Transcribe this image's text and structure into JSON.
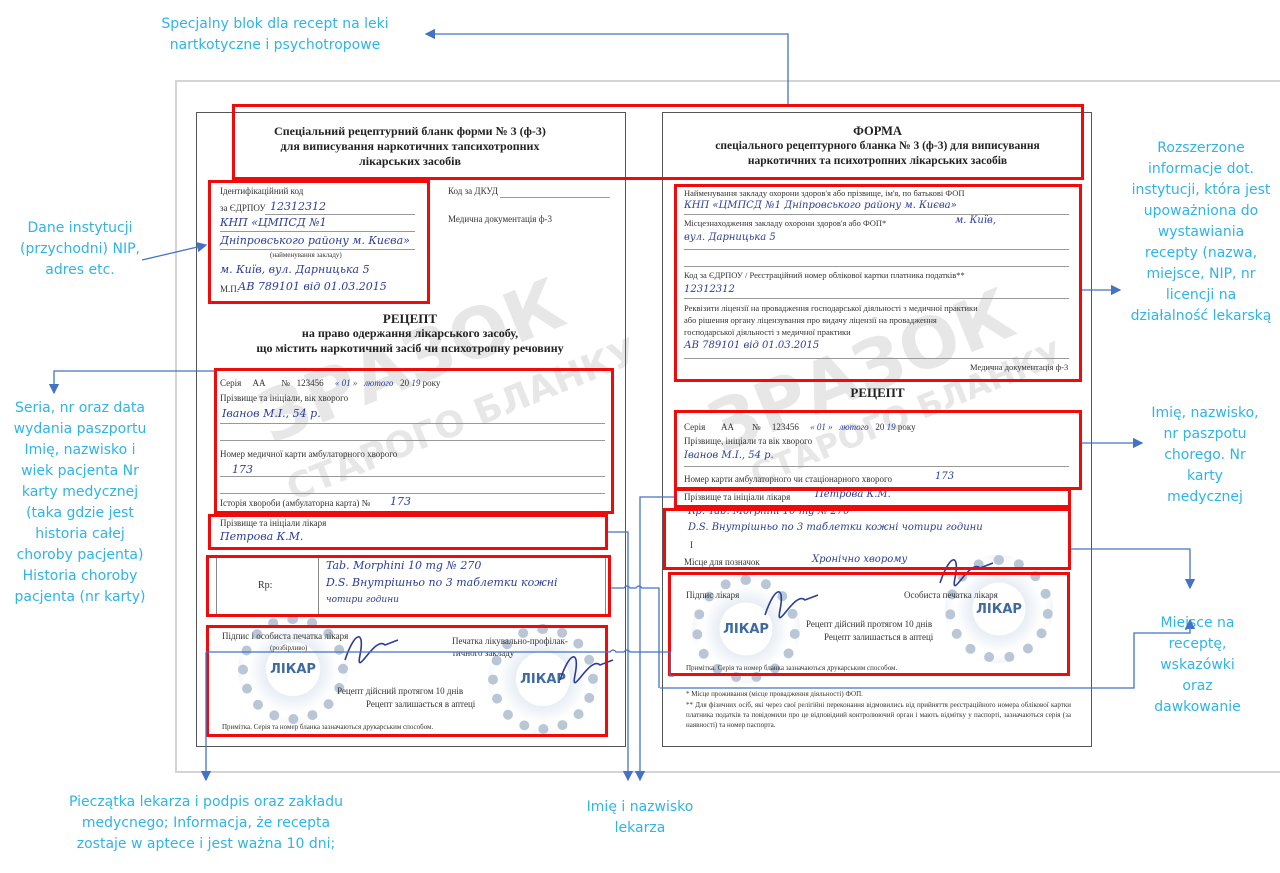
{
  "annotations": {
    "top": "Specjalny blok dla recept na leki nartkotyczne i psychotropowe",
    "left_institution": "Dane instytucji (przychodni) NIP, adres etc.",
    "left_patient": "Seria, nr oraz data wydania paszportu Imię, nazwisko i wiek pacjenta Nr karty medycznej (taka gdzie jest historia całej choroby pacjenta) Historia choroby pacjenta (nr karty)",
    "right_institution": "Rozszerzone informacje dot. instytucji, która jest upoważniona do wystawiania recepty (nazwa, miejsce, NIP, nr licencji na działalność lekarską",
    "right_patient": "Imię, nazwisko, nr paszpotu chorego. Nr karty medycznej",
    "right_prescription": "Miejsce na receptę, wskazówki oraz dawkowanie",
    "bottom_stamp": "Pieczątka lekarza i podpis oraz zakładu medycnego; Informacja, że recepta zostaje w aptece i jest ważna 10 dni;",
    "bottom_doctor": "Imię i nazwisko lekarza"
  },
  "colors": {
    "annotation_text": "#2fb4e6",
    "arrow": "#4472c4",
    "highlight_box": "#f00a0a"
  },
  "left_form": {
    "title_line1": "Спеціальний рецептурний бланк форми № 3 (ф-3)",
    "title_line2": "для виписування наркотичних тапсихотропних",
    "title_line3": "лікарських засобів",
    "id_code_label": "Ідентифікаційний код",
    "edrpou_label": "за ЄДРПОУ",
    "edrpou_value": "12312312",
    "institution_line1": "КНП «ЦМПСД №1",
    "institution_line2": "Дніпровського району м. Києва»",
    "institution_caption": "(найменування закладу)",
    "address": "м. Київ, вул. Дарницька 5",
    "mp_label": "М.П.",
    "license": "АВ 789101 від 01.03.2015",
    "dkud_label": "Код за ДКУД",
    "med_doc": "Медична документація ф-3",
    "recipe_title": "РЕЦЕПТ",
    "recipe_sub1": "на право одержання лікарського засобу,",
    "recipe_sub2": "що містить наркотичний засіб чи психотропну речовину",
    "series_label": "Серія",
    "series_value": "АА",
    "number_label": "№",
    "number_value": "123456",
    "day": "« 01 »",
    "month": "лютого",
    "year_prefix": "20",
    "year_suffix": "19",
    "year_label": "року",
    "patient_label": "Прізвище та ініціали, вік хворого",
    "patient_value": "Іванов М.І., 54 р.",
    "card_label": "Номер медичної карти амбулаторного хворого",
    "card_value": "173",
    "history_label": "Історія хвороби (амбулаторна карта) №",
    "history_value": "173",
    "doctor_label": "Прізвище та ініціали лікаря",
    "doctor_value": "Петрова К.М.",
    "rp_label": "Rp:",
    "rp_line1": "Tab. Morphini 10 mg № 270",
    "rp_line2": "D.S. Внутрішньо по 3 таблетки кожні",
    "rp_line3": "чотири години",
    "sign_label": "Підпис і особиста печатка лікаря",
    "sign_caption": "(розбірливо)",
    "clinic_stamp_label1": "Печатка лікувально-профілак-",
    "clinic_stamp_label2": "тичного закладу",
    "stamp_text": "ЛІКАР",
    "valid": "Рецепт дійсний протягом 10 днів",
    "stays": "Рецепт залишається в аптеці",
    "note": "Примітка. Серія та номер бланка зазначаються друкарським способом."
  },
  "right_form": {
    "title_line1": "ФОРМА",
    "title_line2": "спеціального рецептурного бланка № 3 (ф-3) для виписування",
    "title_line3": "наркотичних та психотропних лікарських засобів",
    "inst_name_label": "Найменування закладу охорони здоров'я або прізвище, ім'я, по батькові ФОП",
    "inst_name_value": "КНП «ЦМПСД №1 Дніпровського району м. Києва»",
    "location_label": "Місцезнаходження закладу охорони здоров'я або ФОП*",
    "location_value1": "м. Київ,",
    "location_value2": "вул. Дарницька 5",
    "edrpou_label": "Код за ЄДРПОУ / Реєстраційний номер облікової картки платника податків**",
    "edrpou_value": "12312312",
    "license_label1": "Реквізити ліцензії на провадження господарської діяльності з медичної практики",
    "license_label2": "або рішення органу ліцензування про видачу ліцензії на провадження",
    "license_label3": "господарської діяльності з медичної практики",
    "license_value": "АВ 789101 від 01.03.2015",
    "med_doc": "Медична документація ф-3",
    "recipe_title": "РЕЦЕПТ",
    "series_label": "Серія",
    "series_value": "АА",
    "number_label": "№",
    "number_value": "123456",
    "day": "« 01 »",
    "month": "лютого",
    "year_prefix": "20",
    "year_suffix": "19",
    "year_label": "року",
    "patient_label": "Прізвище, ініціали та вік хворого",
    "patient_value": "Іванов М.І., 54 р.",
    "card_label": "Номер карти амбулаторного чи стаціонарного хворого",
    "card_value": "173",
    "doctor_label": "Прізвище та ініціали лікаря",
    "doctor_value": "Петрова К.М.",
    "rp_line1": "Rp. Tab. Morphini 10 mg № 270",
    "rp_line2": "D.S. Внутрішньо по 3 таблетки кожні чотири години",
    "rp_line3": "I",
    "notes_label": "Місце для позначок",
    "notes_value": "Хронічно хворому",
    "sign_label": "Підпис лікаря",
    "personal_stamp_label": "Особиста печатка лікаря",
    "stamp_text": "ЛІКАР",
    "valid": "Рецепт дійсний протягом 10 днів",
    "stays": "Рецепт залишається в аптеці",
    "note": "Примітка. Серія та номер бланка зазначаються друкарським способом.",
    "footnote1": "* Місце проживання (місце провадження діяльності) ФОП.",
    "footnote2": "** Для фізичних осіб, які через свої релігійні переконання відмовились від прийняття реєстраційного номера облікової картки платника податків та повідомили про це відповідний контролюючий орган і мають відмітку у паспорті, зазначаються серія (за наявності) та номер паспорта."
  },
  "watermark": {
    "line1": "ЗРАЗОК",
    "line2": "СТАРОГО БЛАНКУ"
  }
}
